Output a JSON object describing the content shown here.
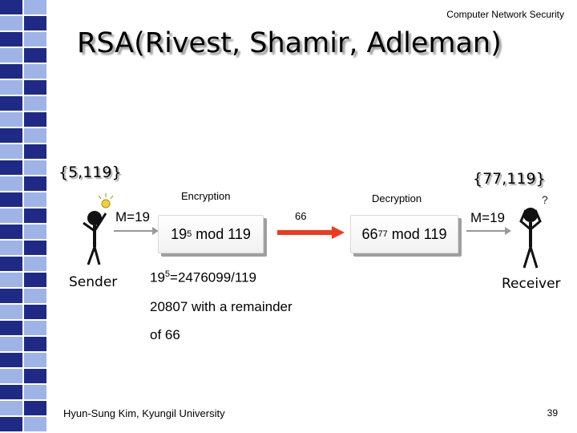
{
  "header": {
    "course": "Computer Network Security"
  },
  "slide": {
    "title": "RSA(Rivest, Shamir, Adleman)"
  },
  "public_key": "{5,119}",
  "private_key": "{77,119}",
  "sender": {
    "message": "M=19",
    "label": "Sender"
  },
  "receiver": {
    "message": "M=19",
    "label": "Receiver"
  },
  "encryption": {
    "label": "Encryption",
    "base": "19",
    "exp": "5",
    "op": " mod 119"
  },
  "decryption": {
    "label": "Decryption",
    "base": "66",
    "exp": "77",
    "op": " mod 119"
  },
  "ciphertext": "66",
  "explanation": {
    "line1_base": "19",
    "line1_exp": "5",
    "line1_rest": "=2476099/119",
    "line2": "20807 with a remainder",
    "line3": "of 66"
  },
  "footer": {
    "author": "Hyun-Sung Kim, Kyungil University",
    "page": "39"
  },
  "colors": {
    "arrow": "#ee3a1c",
    "strip_blue": "#1f2a86",
    "strip_light": "#9fb4e6"
  }
}
